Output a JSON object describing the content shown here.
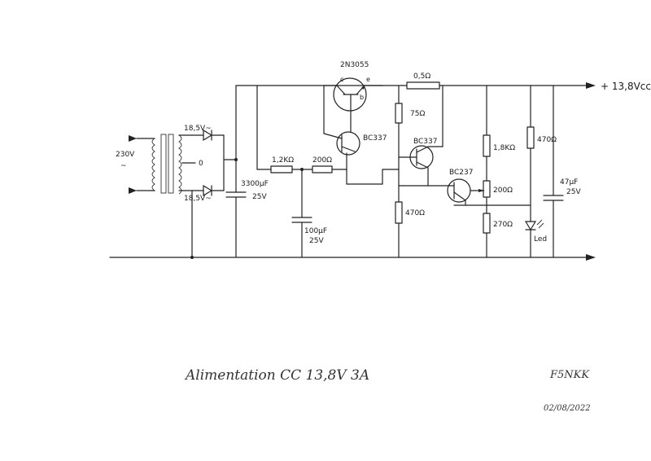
{
  "schematic": {
    "mains_input": "230V",
    "ac_symbol": "~",
    "secondary_top": "18,5V~",
    "secondary_bottom": "18,5V~",
    "center_tap": "0",
    "output_label": "+ 13,8Vcc",
    "transistor_power": "2N3055",
    "pin_c": "c",
    "pin_e": "e",
    "pin_b": "b",
    "transistor_driver": "BC337",
    "transistor_limit": "BC337",
    "transistor_reg": "BC237",
    "r_shunt": "0,5Ω",
    "r_75": "75Ω",
    "r_12k": "1,2KΩ",
    "r_200a": "200Ω",
    "r_470": "470Ω",
    "r_18k": "1,8KΩ",
    "pot_200": "200Ω",
    "r_270": "270Ω",
    "r_470b": "470Ω",
    "c_main": "3300µF",
    "c_main_v": "25V",
    "c_100": "100µF",
    "c_100_v": "25V",
    "c_47": "47µF",
    "c_47_v": "25V",
    "led": "Led"
  },
  "footer": {
    "title": "Alimentation CC   13,8V   3A",
    "callsign": "F5NKK",
    "date": "02/08/2022"
  }
}
